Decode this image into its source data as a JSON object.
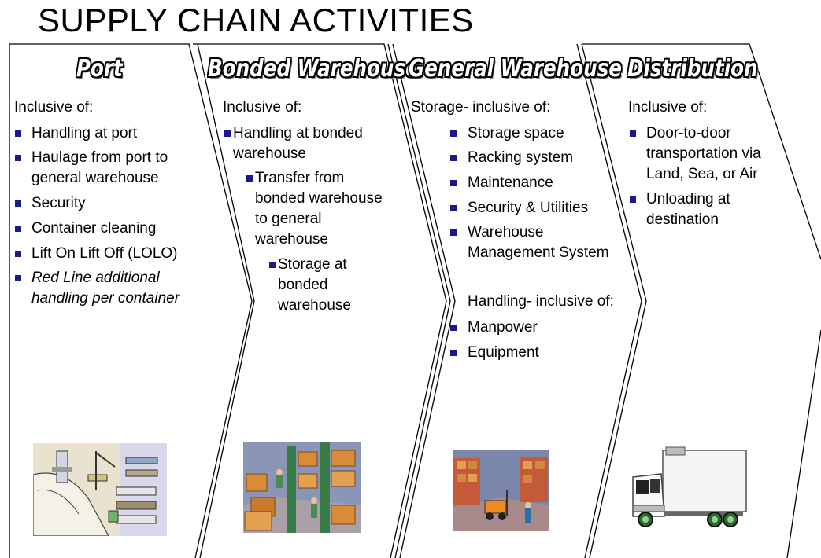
{
  "title": "SUPPLY CHAIN ACTIVITIES",
  "columns": [
    {
      "heading": "Port",
      "intro": "Inclusive of:",
      "items": [
        "Handling at port",
        "Haulage from port to",
        "general warehouse",
        "Security",
        "Container cleaning",
        "Lift On Lift Off (LOLO)",
        "Red Line additional",
        "handling per container"
      ],
      "image": "port-clipart"
    },
    {
      "heading": "Bonded Warehouse",
      "intro": "Inclusive of:",
      "items": [
        "Handling at bonded",
        "warehouse",
        "Transfer from",
        "bonded warehouse",
        "to general",
        "warehouse",
        "Storage at",
        "bonded",
        "warehouse"
      ],
      "image": "warehouse-workers-clipart"
    },
    {
      "heading": "General Warehouse",
      "intro": "Storage- inclusive of:",
      "items": [
        "Storage space",
        "Racking system",
        "Maintenance",
        "Security & Utilities",
        "Warehouse",
        "Management System"
      ],
      "intro2": "Handling- inclusive of:",
      "items2": [
        "Manpower",
        "Equipment"
      ],
      "image": "forklift-clipart"
    },
    {
      "heading": "Distribution",
      "intro": "Inclusive of:",
      "items": [
        "Door-to-door",
        "transportation via",
        "Land, Sea, or Air",
        "Unloading at",
        "destination"
      ],
      "image": "truck-clipart"
    }
  ],
  "colors": {
    "bullet": "#1a1a8c",
    "outline": "#000000"
  }
}
